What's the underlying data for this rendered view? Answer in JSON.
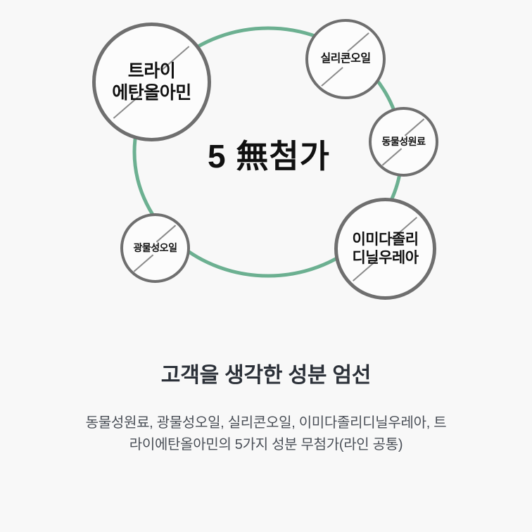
{
  "theme": {
    "background": "#f8f8f8",
    "ring_green": "#6cb091",
    "bubble_border_gray": "#6f6f6f",
    "bubble_fill": "#fcfcfc",
    "slash_gray": "#8b8b8b",
    "headline_color": "#2b3038",
    "body_color": "#4a4f57",
    "node_label_color": "#111111"
  },
  "diagram": {
    "center_claim": "5 無첨가",
    "ring_shape": "ellipse",
    "free_of_count": 5,
    "nodes": [
      {
        "id": "triethanolamine",
        "label": "트라이\n에탄올아민",
        "size": "large",
        "position": "upper-left"
      },
      {
        "id": "silicone-oil",
        "label": "실리콘오일",
        "size": "medium",
        "position": "upper-right"
      },
      {
        "id": "animal-origin",
        "label": "동물성원료",
        "size": "small",
        "position": "right"
      },
      {
        "id": "imidazolidinyl-urea",
        "label": "이미다졸리\n디닐우레아",
        "size": "large",
        "position": "lower-right"
      },
      {
        "id": "mineral-oil",
        "label": "광물성오일",
        "size": "small",
        "position": "lower-left"
      }
    ]
  },
  "copy": {
    "heading": "고객을 생각한 성분 엄선",
    "body": "동물성원료, 광물성오일, 실리콘오일, 이미다졸리디닐우레아, 트라이에탄올아민의 5가지 성분 무첨가(라인 공통)"
  }
}
